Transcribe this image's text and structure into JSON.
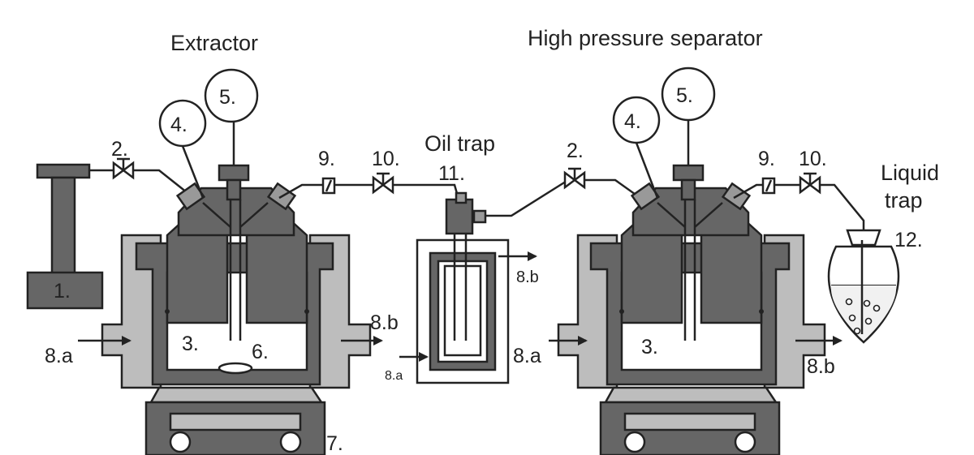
{
  "titles": {
    "extractor": "Extractor",
    "separator": "High pressure separator",
    "oil_trap": "Oil trap",
    "liquid_trap_line1": "Liquid",
    "liquid_trap_line2": "trap"
  },
  "labels": {
    "pump": "1.",
    "valve_2": "2.",
    "vessel_3": "3.",
    "gauge_4": "4.",
    "gauge_5": "5.",
    "basket_6": "6.",
    "stand_7": "7.",
    "inlet_8a": "8.a",
    "outlet_8b": "8.b",
    "filter_9": "9.",
    "valve_10": "10.",
    "oil_trap_11": "11.",
    "collector_12": "12."
  }
}
